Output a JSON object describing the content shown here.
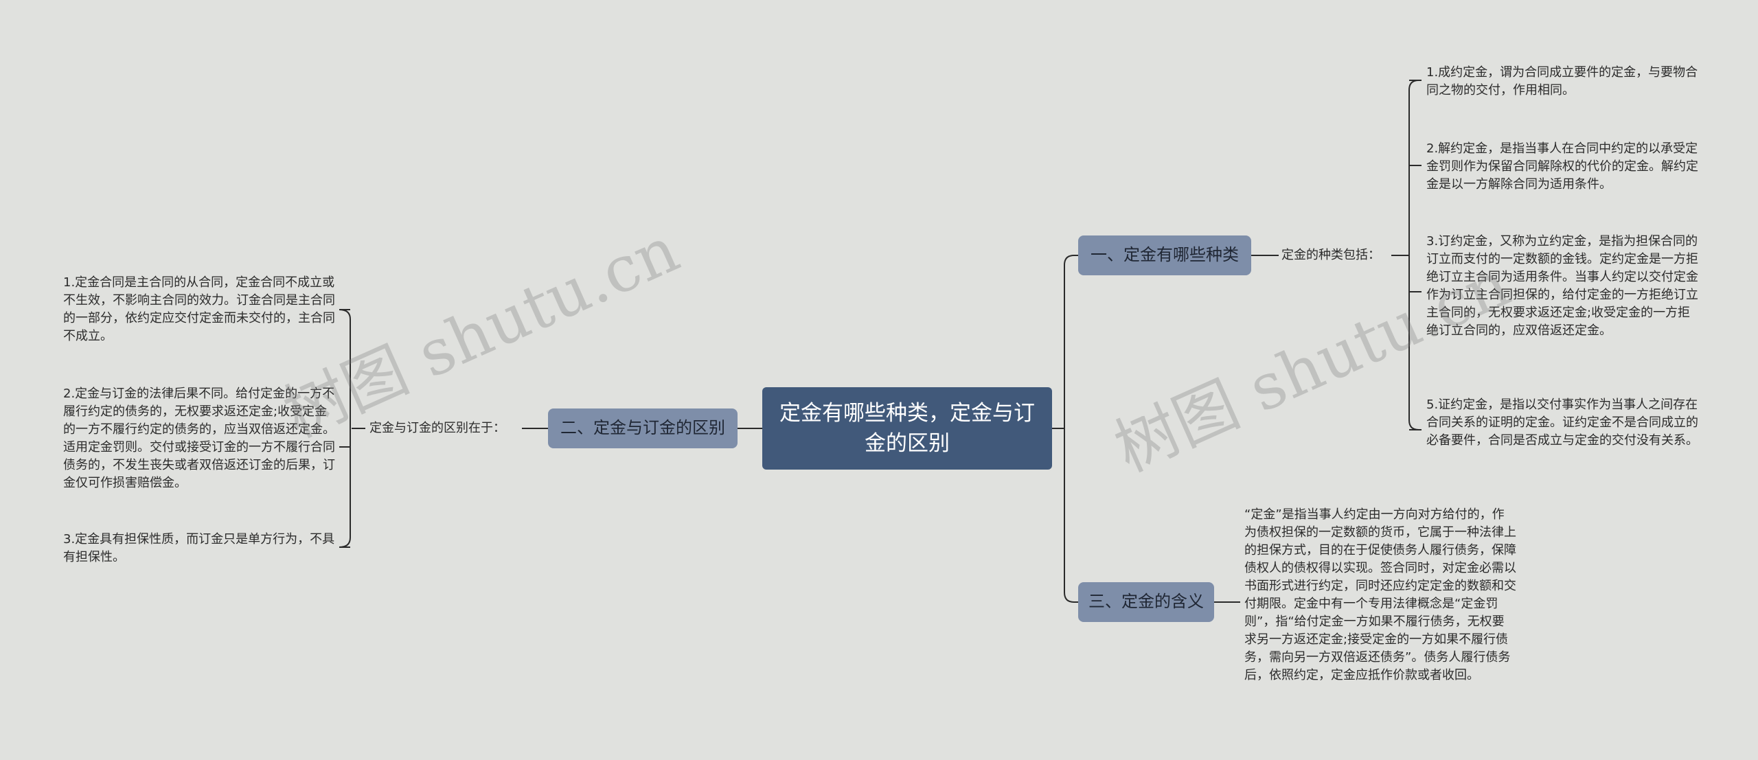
{
  "root": {
    "title": "定金有哪些种类，定金与订金的区别"
  },
  "branches": [
    {
      "label": "一、定金有哪些种类"
    },
    {
      "label": "二、定金与订金的区别"
    },
    {
      "label": "三、定金的含义"
    }
  ],
  "subs": [
    {
      "label": "定金的种类包括："
    },
    {
      "label": "定金与订金的区别在于："
    }
  ],
  "leaves": [
    {
      "text": "1.成约定金，谓为合同成立要件的定金，与要物合同之物的交付，作用相同。"
    },
    {
      "text": "2.解约定金，是指当事人在合同中约定的以承受定金罚则作为保留合同解除权的代价的定金。解约定金是以一方解除合同为适用条件。"
    },
    {
      "text": "3.订约定金，又称为立约定金，是指为担保合同的订立而支付的一定数额的金钱。定约定金是一方拒绝订立主合同为适用条件。当事人约定以交付定金作为订立主合同担保的，给付定金的一方拒绝订立主合同的，无权要求返还定金;收受定金的一方拒绝订立合同的，应双倍返还定金。"
    },
    {
      "text": "5.证约定金，是指以交付事实作为当事人之间存在合同关系的证明的定金。证约定金不是合同成立的必备要件，合同是否成立与定金的交付没有关系。"
    },
    {
      "text": "1.定金合同是主合同的从合同，定金合同不成立或不生效，不影响主合同的效力。订金合同是主合同的一部分，依约定应交付定金而未交付的，主合同不成立。"
    },
    {
      "text": "2.定金与订金的法律后果不同。给付定金的一方不履行约定的债务的，无权要求返还定金;收受定金的一方不履行约定的债务的，应当双倍返还定金。适用定金罚则。交付或接受订金的一方不履行合同债务的，不发生丧失或者双倍返还订金的后果，订金仅可作损害赔偿金。"
    },
    {
      "text": "3.定金具有担保性质，而订金只是单方行为，不具有担保性。"
    },
    {
      "text": "“定金”是指当事人约定由一方向对方给付的，作为债权担保的一定数额的货币，它属于一种法律上的担保方式，目的在于促使债务人履行债务，保障债权人的债权得以实现。签合同时，对定金必需以书面形式进行约定，同时还应约定定金的数额和交付期限。定金中有一个专用法律概念是“定金罚则”，指“给付定金一方如果不履行债务，无权要求另一方返还定金;接受定金的一方如果不履行债务，需向另一方双倍返还债务”。债务人履行债务后，依照约定，定金应抵作价款或者收回。"
    }
  ],
  "watermarks": [
    {
      "text": "树图 shutu.cn"
    },
    {
      "text": "树图 shutu.cn"
    }
  ],
  "colors": {
    "background": "#e0e1de",
    "root": "#41597a",
    "branch": "#7e8ea9",
    "line": "#2a2a2a"
  }
}
